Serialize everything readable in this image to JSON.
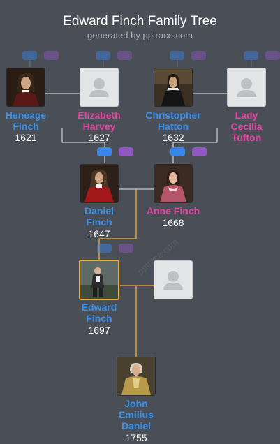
{
  "header": {
    "title": "Edward Finch Family Tree",
    "subtitle": "generated by pptrace.com"
  },
  "watermark": "pptrace.com",
  "colors": {
    "background": "#4a4f57",
    "male": "#3b8fe6",
    "female": "#e0469e",
    "line": "#e8e8e8",
    "direct_line": "#f0b432"
  },
  "people": {
    "heneage": {
      "name": "Heneage Finch",
      "line1": "Heneage",
      "line2": "Finch",
      "year": "1621",
      "gender": "male"
    },
    "elizabeth": {
      "name": "Elizabeth Harvey",
      "line1": "Elizabeth",
      "line2": "Harvey",
      "year": "1627",
      "gender": "female"
    },
    "christopher": {
      "name": "Christopher Hatton",
      "line1": "Christopher",
      "line2": "Hatton",
      "year": "1632",
      "gender": "male"
    },
    "cecilia": {
      "name": "Lady Cecilia Tufton",
      "line1": "Lady",
      "line2": "Cecilia",
      "line3": "Tufton",
      "gender": "female"
    },
    "daniel": {
      "name": "Daniel Finch",
      "line1": "Daniel",
      "line2": "Finch",
      "year": "1647",
      "gender": "male"
    },
    "anne": {
      "name": "Anne Finch",
      "line1": "Anne Finch",
      "year": "1668",
      "gender": "female"
    },
    "edward": {
      "name": "Edward Finch",
      "line1": "Edward",
      "line2": "Finch",
      "year": "1697",
      "gender": "male"
    },
    "john": {
      "name": "John Emilius Daniel",
      "line1": "John",
      "line2": "Emilius",
      "line3": "Daniel",
      "year": "1755",
      "gender": "male"
    }
  }
}
